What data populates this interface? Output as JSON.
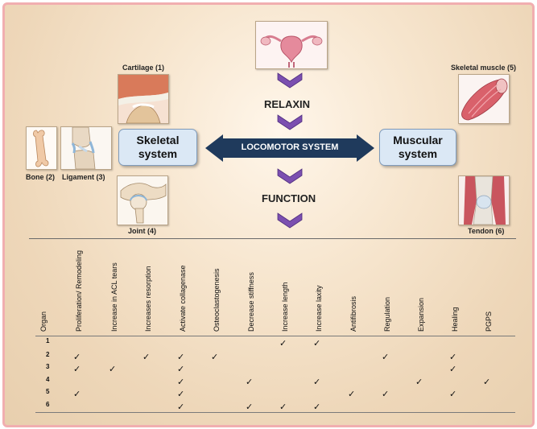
{
  "figure": {
    "flow_top": "RELAXIN",
    "flow_bottom": "FUNCTION",
    "center_label": "LOCOMOTOR SYSTEM",
    "skeletal_label": "Skeletal system",
    "muscular_label": "Muscular system",
    "captions": {
      "cartilage": "Cartilage (1)",
      "bone": "Bone (2)",
      "ligament": "Ligament (3)",
      "joint": "Joint (4)",
      "skeletal_muscle": "Skeletal muscle (5)",
      "tendon": "Tendon (6)"
    },
    "colors": {
      "arrow": "#1f3a5c",
      "chevron": "#7b4fb0",
      "box_fill": "#dbe8f5",
      "frame_border": "#f1aeb0"
    }
  },
  "table": {
    "row_header": "Organ",
    "columns": [
      "Proliferation/ Remodeling",
      "Increase in ACL tears",
      "Increases resorption",
      "Activate collagenase",
      "Osteoclastogenesis",
      "Decrease stiffness",
      "Increase length",
      "Increase laxity",
      "Antifibrosis",
      "Regulation",
      "Expansion",
      "Healing",
      "PGPS"
    ],
    "rows": [
      {
        "organ": "1",
        "checks": [
          0,
          0,
          0,
          0,
          0,
          0,
          1,
          1,
          0,
          0,
          0,
          0,
          0
        ]
      },
      {
        "organ": "2",
        "checks": [
          1,
          0,
          1,
          1,
          1,
          0,
          0,
          0,
          0,
          1,
          0,
          1,
          0
        ]
      },
      {
        "organ": "3",
        "checks": [
          1,
          1,
          0,
          1,
          0,
          0,
          0,
          0,
          0,
          0,
          0,
          1,
          0
        ]
      },
      {
        "organ": "4",
        "checks": [
          0,
          0,
          0,
          1,
          0,
          1,
          0,
          1,
          0,
          0,
          1,
          0,
          1
        ]
      },
      {
        "organ": "5",
        "checks": [
          1,
          0,
          0,
          1,
          0,
          0,
          0,
          0,
          1,
          1,
          0,
          1,
          0
        ]
      },
      {
        "organ": "6",
        "checks": [
          0,
          0,
          0,
          1,
          0,
          1,
          1,
          1,
          0,
          0,
          0,
          0,
          0
        ]
      }
    ],
    "check_mark": "✓"
  }
}
